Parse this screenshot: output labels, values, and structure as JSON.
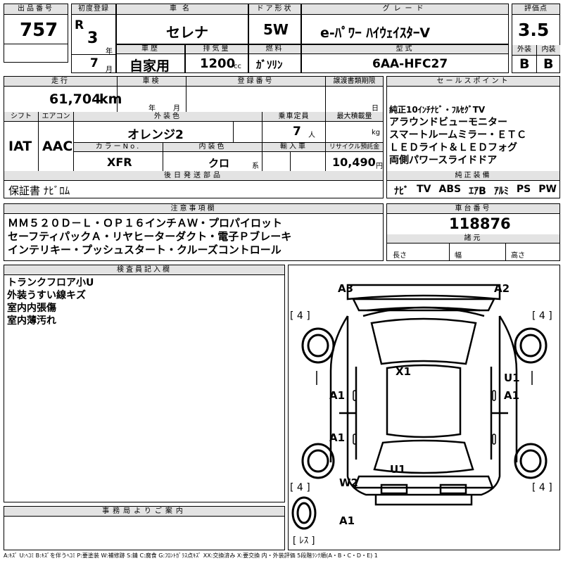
{
  "header": {
    "lot_no_label": "出品番号",
    "lot_no": "757",
    "first_reg_label": "初度登録",
    "era": "R",
    "reg_year": "3",
    "year_unit": "年",
    "reg_month": "7",
    "month_unit": "月",
    "model_name_label": "車名",
    "model_name": "セレナ",
    "door_label": "ドア形状",
    "door": "5W",
    "grade_label": "グレード",
    "grade": "e-ﾊﾟﾜｰ ﾊｲｳｪｲｽﾀｰV",
    "score_label": "評価点",
    "score": "3.5",
    "history_label": "車歴",
    "history": "自家用",
    "displacement_label": "排気量",
    "displacement": "1200",
    "displacement_unit": "cc",
    "fuel_label": "燃料",
    "fuel": "ｶﾞｿﾘﾝ",
    "type_label": "型式",
    "type": "6AA-HFC27",
    "exterior_label": "外装",
    "exterior": "B",
    "interior_label": "内装",
    "interior": "B"
  },
  "row2": {
    "mileage_label": "走行",
    "mileage": "61,704",
    "mileage_unit": "km",
    "inspection_label": "車検",
    "insp_year_unit": "年",
    "insp_month_unit": "月",
    "reg_no_label": "登録番号",
    "transfer_label": "譲渡書類期限",
    "transfer_day_unit": "日",
    "shift_label": "シフト",
    "shift": "IAT",
    "ac_label": "エアコン",
    "ac": "AAC",
    "color_label": "外装色",
    "color": "オレンジ2",
    "capacity_label": "乗車定員",
    "capacity": "7",
    "capacity_unit": "人",
    "max_load_label": "最大積載量",
    "max_load_unit": "kg",
    "color_no_label": "カラーNo.",
    "color_no": "XFR",
    "int_color_label": "内装色",
    "int_color": "クロ",
    "int_color_unit": "系",
    "import_label": "輸入車",
    "recycle_label": "リサイクル預託金",
    "recycle": "10,490",
    "recycle_unit": "円",
    "later_parts_label": "後日発送部品",
    "later_parts": "保証書 ﾅﾋﾞﾛﾑ"
  },
  "sales": {
    "label": "セールスポイント",
    "items": [
      "純正10ｲﾝﾁﾅﾋﾞ・ﾌﾙｾｸﾞTV",
      "アラウンドビューモニター",
      "スマートルームミラー・ＥＴＣ",
      "ＬＥＤライト＆ＬＥＤフォグ",
      "両側パワースライドドア"
    ]
  },
  "equipment": {
    "label": "純正装備",
    "items": [
      "ﾅﾋﾞ",
      "TV",
      "ABS",
      "ｴｱB",
      "ｱﾙﾐ",
      "PS",
      "PW"
    ]
  },
  "notes": {
    "label": "注意事項欄",
    "lines": [
      "ＭＭ５２０Ｄ－Ｌ・ＯＰ１６インチＡＷ・プロパイロット",
      "セーフティパックＡ・リヤヒーターダクト・電子Ｐブレーキ",
      "インテリキー・プッシュスタート・クルーズコントロール"
    ]
  },
  "chassis": {
    "label": "車台番号",
    "number": "118876",
    "spec_label": "諸元",
    "length_label": "長さ",
    "width_label": "幅",
    "height_label": "高さ"
  },
  "inspector": {
    "label": "検査員記入欄",
    "lines": [
      "トランクフロア小U",
      "外装うすい線キズ",
      "室内内張傷",
      "室内薄汚れ"
    ]
  },
  "diagram": {
    "marks": {
      "A3": "A3",
      "A2": "A2",
      "X1": "X1",
      "U1a": "U1",
      "A1a": "A1",
      "A1b": "A1",
      "A1c": "A1",
      "U1b": "U1",
      "W2": "W2",
      "A1d": "A1"
    },
    "tire_fl": "[ 4 ]",
    "tire_fr": "[ 4 ]",
    "tire_rl": "[ 4 ]",
    "tire_rr": "[ 4 ]",
    "spare": "[ ﾚｽ ]"
  },
  "office": {
    "label": "事務局よりご案内"
  },
  "legend": "A:ｷｽﾞ U:ﾍｺﾐ B:ｷｽﾞを伴うﾍｺﾐ P:要塗装 W:補修跡 S:錆 C:腐食 G:ﾌﾛﾝﾄｶﾞﾗｽ点ｷｽﾞ XX:交換済み X:要交換 内・外装評価 5段階ﾗﾝｸ順(A・B・C・D・E) 1"
}
